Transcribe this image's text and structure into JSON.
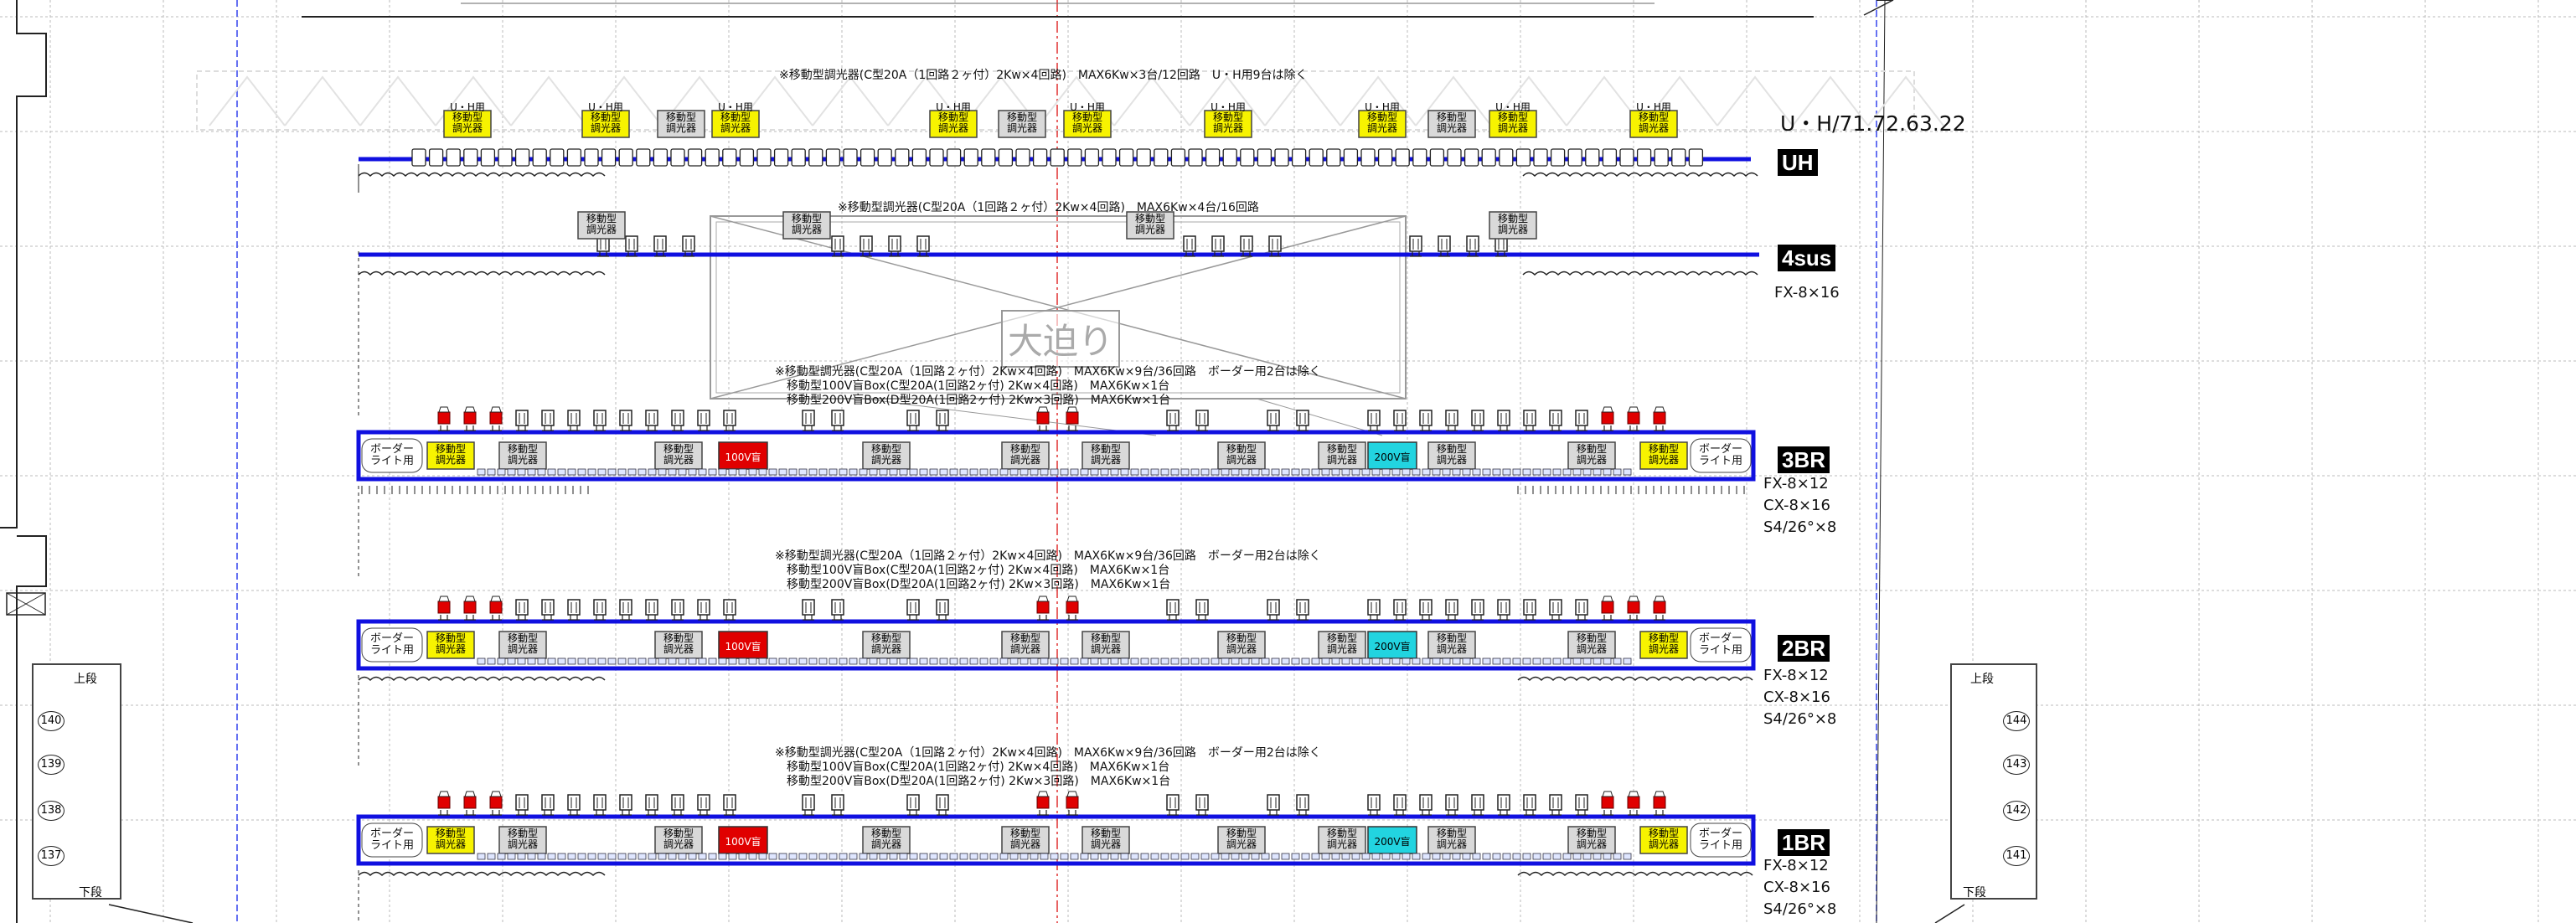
{
  "uh": {
    "note": "※移動型調光器(C型20A（1回路２ヶ付）2Kw×4回路)　MAX6Kw×3台/12回路　U・H用9台は除く",
    "info": "U・H/71.72.63.22",
    "tag": "UH",
    "small_label": "U・H用",
    "dimmer": "移動型\n調光器"
  },
  "sus4": {
    "note": "※移動型調光器(C型20A（1回路２ヶ付）2Kw×4回路)　MAX6Kw×4台/16回路",
    "tag": "4sus",
    "spec": "FX-8×16"
  },
  "trap": {
    "label": "大迫り"
  },
  "br_note": {
    "line1": "※移動型調光器(C型20A（1回路２ヶ付）2Kw×4回路)　MAX6Kw×9台/36回路　ボーダー用2台は除く",
    "line2": "　移動型100V盲Box(C型20A(1回路2ヶ付) 2Kw×4回路)　MAX6Kw×1台",
    "line3": "　移動型200V盲Box(D型20A(1回路2ヶ付) 2Kw×3回路)　MAX6Kw×1台"
  },
  "battens": [
    {
      "tag": "3BR",
      "spec": "FX-8×12\nCX-8×16\nS4/26°×8"
    },
    {
      "tag": "2BR",
      "spec": "FX-8×12\nCX-8×16\nS4/26°×8"
    },
    {
      "tag": "1BR",
      "spec": "FX-8×12\nCX-8×16\nS4/26°×8"
    }
  ],
  "labels": {
    "dimmer": "移動型\n調光器",
    "border_light": "ボーダー\nライト用",
    "v100": "100V盲",
    "v200": "200V盲"
  },
  "panels": {
    "left": {
      "top": "上段",
      "bottom": "下段",
      "circuits": [
        "140",
        "139",
        "138",
        "137"
      ]
    },
    "right": {
      "top": "上段",
      "bottom": "下段",
      "circuits": [
        "144",
        "143",
        "142",
        "141"
      ]
    }
  },
  "colors": {
    "batten": "#1010e0",
    "yellow": "#f7f300",
    "red": "#e00000",
    "cyan": "#22d4e0",
    "centerline": "#e03030"
  }
}
